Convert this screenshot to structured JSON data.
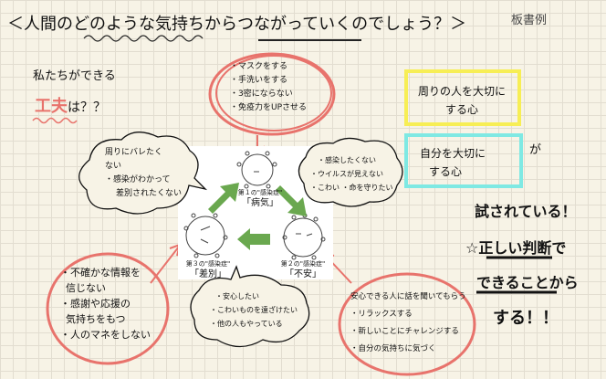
{
  "title": "＜人間のどのような気持ちからつながっていくのでしょう？＞",
  "corner_label": "板書例",
  "prompt": {
    "line1": "私たちができる",
    "keyword": "工夫",
    "suffix": "は？？"
  },
  "top_circle": [
    "・マスクをする",
    "・手洗いをする",
    "・3密にならない",
    "・免疫力をUPさせる"
  ],
  "left_cloud": [
    "周りにバレたく",
    "ない",
    "・感染がわかって",
    "差別されたくない"
  ],
  "right_cloud": [
    "・感染したくない",
    "・ウイルスが見えない",
    "・こわい ・命を守りたい"
  ],
  "bottom_cloud": [
    "・安心したい",
    "・こわいものを遠ざけたい",
    "・他の人もやっている"
  ],
  "bottom_left_circle": [
    "・不確かな情報を",
    "信じない",
    "・感謝や応援の",
    "気持ちをもつ",
    "・人のマネをしない"
  ],
  "bottom_right_circle": [
    "安心できる人に話を聞いてもらう",
    "・リラックスする",
    "・新しいことにチャレンジする",
    "・自分の気持ちに気づく"
  ],
  "diagram": {
    "v1": {
      "caption": "第１の\"感染症\"",
      "name": "「病気」"
    },
    "v2": {
      "caption": "第２の\"感染症\"",
      "name": "「不安」"
    },
    "v3": {
      "caption": "第３の\"感染症\"",
      "name": "「差別」"
    }
  },
  "right": {
    "yellow_box": [
      "周りの人を大切に",
      "する心"
    ],
    "cyan_box": [
      "自分を大切に",
      "する心"
    ],
    "ga": "が",
    "tested": "試されている！",
    "star_line": "☆正しい判断で",
    "can_do": "できることから",
    "do": "する！！"
  },
  "colors": {
    "red": "#e8736c",
    "green": "#6aa84f",
    "yellow": "#f7ee55",
    "cyan": "#7fe9e3"
  }
}
